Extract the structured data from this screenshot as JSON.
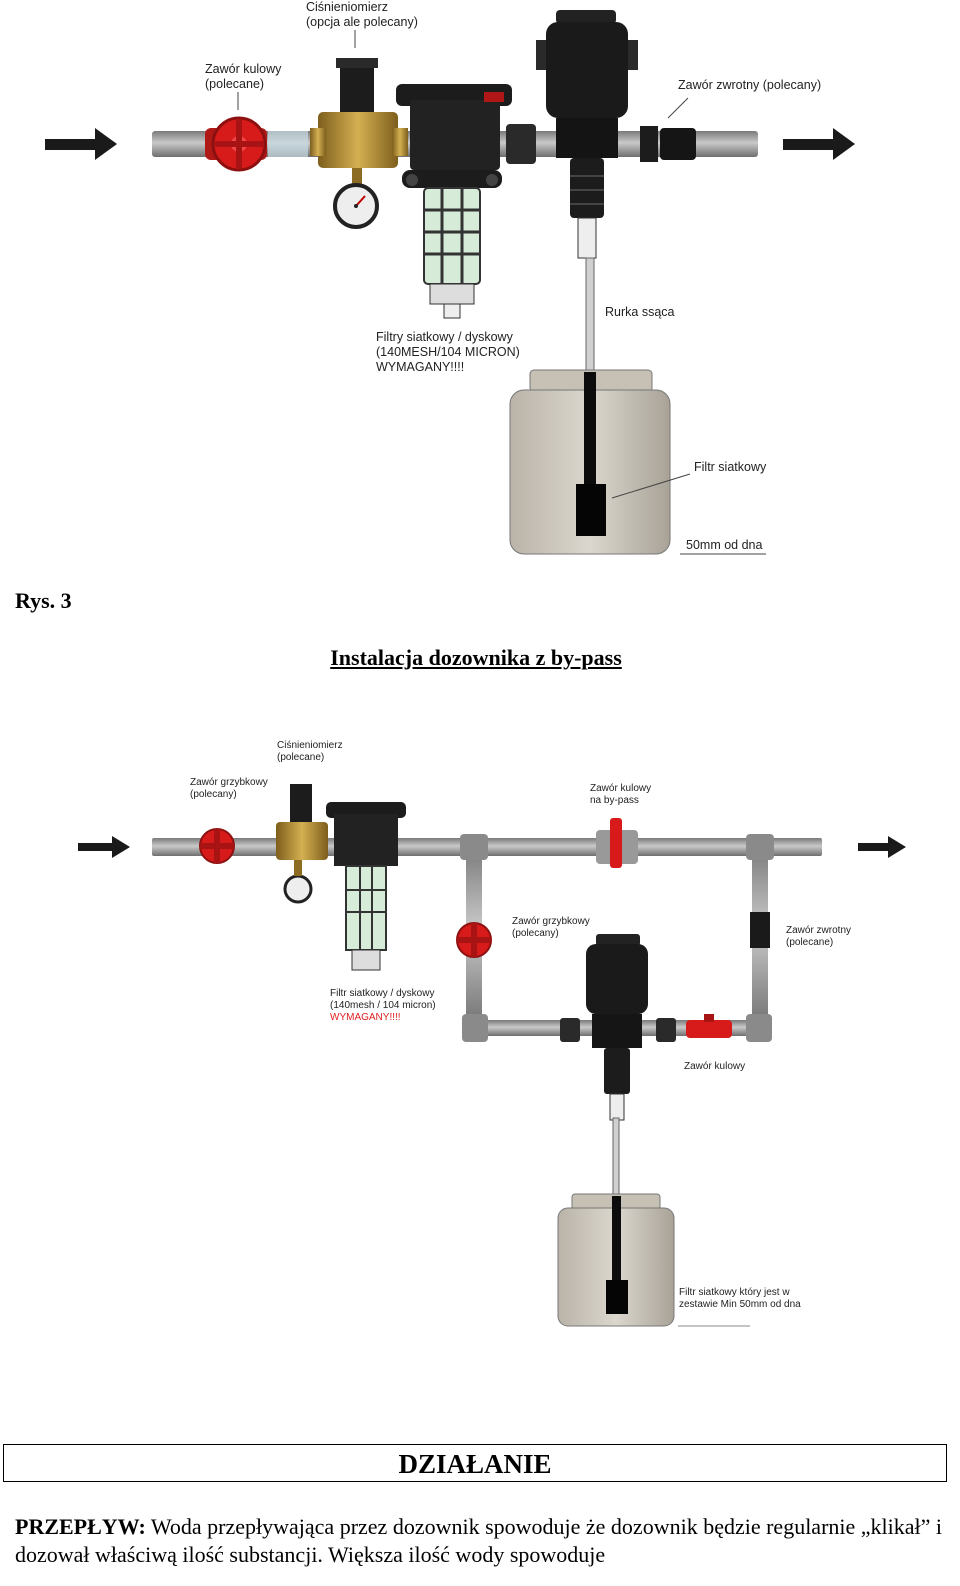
{
  "figure1": {
    "labels": {
      "pressure_gauge": "Ciśnieniomierz\n(opcja ale polecany)",
      "ball_valve": "Zawór kulowy\n(polecane)",
      "check_valve": "Zawór zwrotny (polecany)",
      "suction_tube": "Rurka ssąca",
      "filters": "Filtry siatkowy / dyskowy\n(140MESH/104 MICRON)\nWYMAGANY!!!!",
      "mesh_filter": "Filtr siatkowy",
      "distance": "50mm od dna"
    }
  },
  "caption": {
    "figure_label": "Rys. 3",
    "title": "Instalacja dozownika z by-pass"
  },
  "figure2": {
    "labels": {
      "pressure_gauge": "Ciśnieniomierz\n(polecane)",
      "mushroom_valve_top": "Zawór grzybkowy\n(polecany)",
      "bypass_ball_valve": "Zawór kulowy\nna by-pass",
      "mushroom_valve_mid": "Zawór grzybkowy\n(polecany)",
      "check_valve": "Zawór zwrotny\n(polecane)",
      "filters": "Filtr siatkowy / dyskowy\n(140mesh / 104 micron)",
      "required": "WYMAGANY!!!!",
      "ball_valve": "Zawór kulowy",
      "mesh_filter": "Filtr siatkowy który jest w\nzestawie Min 50mm od dna"
    }
  },
  "section": {
    "heading": "DZIAŁANIE",
    "paragraph_label": "PRZEPŁYW:",
    "paragraph_text": " Woda przepływająca przez dozownik spowoduje że dozownik będzie regularnie „klikał” i dozował właściwą ilość substancji. Większa ilość wody spowoduje"
  },
  "colors": {
    "pipe": "#9a9a9a",
    "valve_red": "#d71a1a",
    "brass": "#b08a2e",
    "dark": "#1a1a1a",
    "tank": "#cfcac0"
  }
}
